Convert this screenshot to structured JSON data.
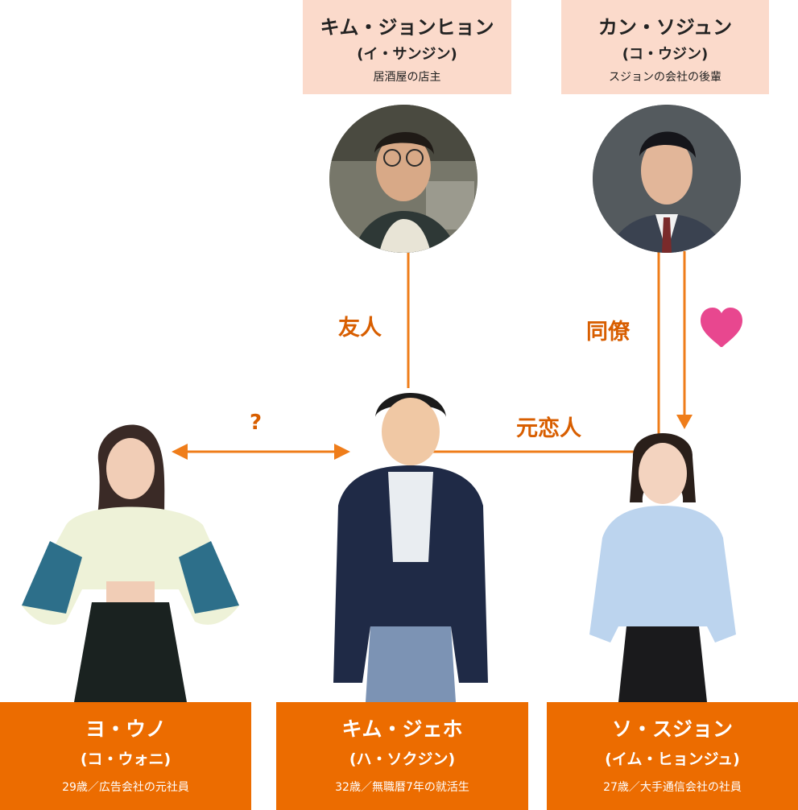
{
  "top_characters": [
    {
      "name": "キム・ジョンヒョン",
      "actor": "(イ・サンジン)",
      "desc": "居酒屋の店主"
    },
    {
      "name": "カン・ソジュン",
      "actor": "(コ・ウジン)",
      "desc": "スジョンの会社の後輩"
    }
  ],
  "bottom_characters": [
    {
      "name": "ヨ・ウノ",
      "actor": "(コ・ウォニ)",
      "desc": "29歳／広告会社の元社員"
    },
    {
      "name": "キム・ジェホ",
      "actor": "(ハ・ソクジン)",
      "desc": "32歳／無職暦7年の就活生"
    },
    {
      "name": "ソ・スジョン",
      "actor": "(イム・ヒョンジュ)",
      "desc": "27歳／大手通信会社の社員"
    }
  ],
  "relations": {
    "friend": "友人",
    "colleague": "同僚",
    "ex_lover": "元恋人",
    "unknown": "?"
  },
  "colors": {
    "accent": "#ec6c00",
    "line": "#ef7d1a",
    "top_box": "#fbdacb",
    "heart": "#e8478f"
  }
}
